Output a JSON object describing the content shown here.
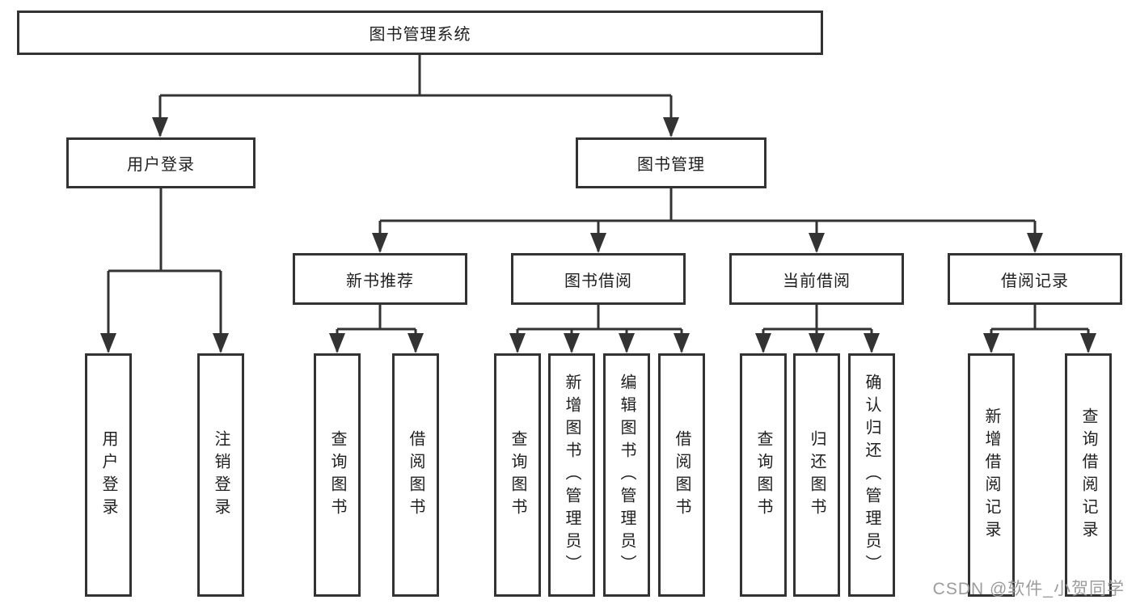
{
  "diagram": {
    "root": {
      "label": "图书管理系统"
    },
    "level2": [
      {
        "label": "用户登录"
      },
      {
        "label": "图书管理"
      }
    ],
    "level3": [
      {
        "label": "新书推荐"
      },
      {
        "label": "图书借阅"
      },
      {
        "label": "当前借阅"
      },
      {
        "label": "借阅记录"
      }
    ],
    "leaves": {
      "user_login": [
        "用户登录",
        "注销登录"
      ],
      "new_books": [
        "查询图书",
        "借阅图书"
      ],
      "book_borrow": [
        "查询图书",
        "新增图书（管理员）",
        "编辑图书（管理员）",
        "借阅图书"
      ],
      "current_borrow": [
        "查询图书",
        "归还图书",
        "确认归还（管理员）"
      ],
      "borrow_records": [
        "新增借阅记录",
        "查询借阅记录"
      ]
    }
  },
  "watermark": "CSDN @软件_小贺同学",
  "colors": {
    "line": "#333333",
    "text": "#1f1f1f",
    "watermark": "#9c9c9c",
    "background": "#ffffff"
  }
}
